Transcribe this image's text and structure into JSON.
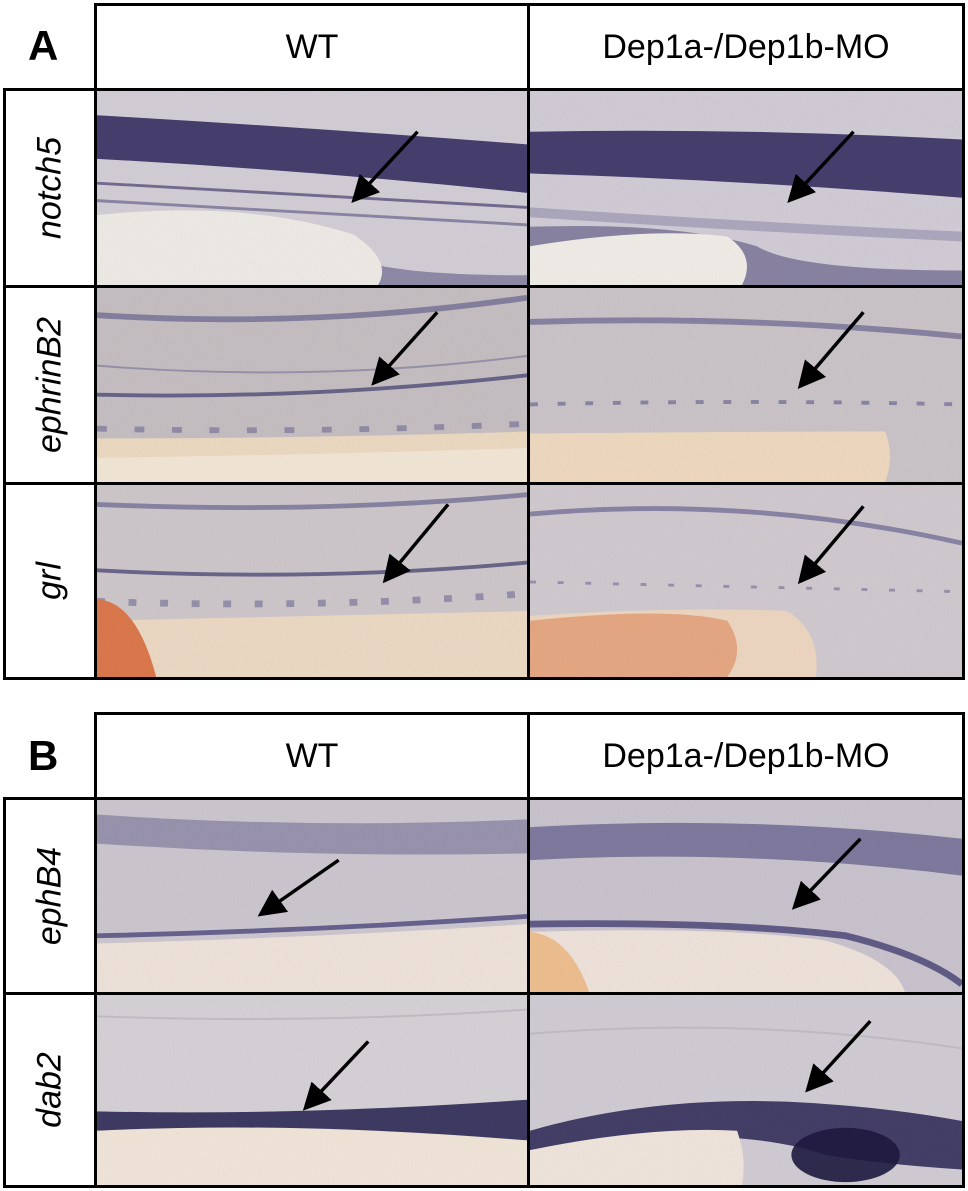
{
  "panels": [
    {
      "letter": "A",
      "columns": [
        "WT",
        "Dep1a-/Dep1b-MO"
      ],
      "rows": [
        "notch5",
        "ephrinB2",
        "grl"
      ]
    },
    {
      "letter": "B",
      "columns": [
        "WT",
        "Dep1a-/Dep1b-MO"
      ],
      "rows": [
        "ephB4",
        "dab2"
      ]
    }
  ],
  "colors": {
    "stain": "#3a3566",
    "tissue": "#d7d2d8",
    "yolk": "#f2e2cf",
    "yolk_orange": "#e07a4a"
  },
  "icons": [
    "arrow-icon"
  ]
}
